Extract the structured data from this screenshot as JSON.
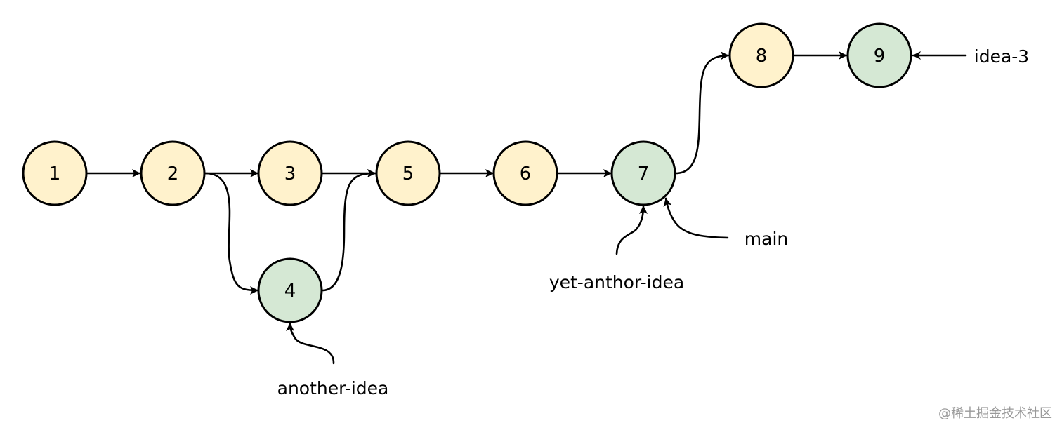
{
  "colors": {
    "commit_main": "#fff2cc",
    "commit_branch": "#d5e8d4",
    "stroke": "#000000",
    "watermark": "#9a9a9a"
  },
  "commits": [
    {
      "id": "1",
      "fill": "commit_main"
    },
    {
      "id": "2",
      "fill": "commit_main"
    },
    {
      "id": "3",
      "fill": "commit_main"
    },
    {
      "id": "4",
      "fill": "commit_branch"
    },
    {
      "id": "5",
      "fill": "commit_main"
    },
    {
      "id": "6",
      "fill": "commit_main"
    },
    {
      "id": "7",
      "fill": "commit_branch"
    },
    {
      "id": "8",
      "fill": "commit_main"
    },
    {
      "id": "9",
      "fill": "commit_branch"
    }
  ],
  "edges": [
    {
      "from": "1",
      "to": "2"
    },
    {
      "from": "2",
      "to": "3"
    },
    {
      "from": "2",
      "to": "4"
    },
    {
      "from": "3",
      "to": "5"
    },
    {
      "from": "4",
      "to": "5"
    },
    {
      "from": "5",
      "to": "6"
    },
    {
      "from": "6",
      "to": "7"
    },
    {
      "from": "7",
      "to": "8"
    },
    {
      "from": "8",
      "to": "9"
    }
  ],
  "branches": [
    {
      "name": "another-idea",
      "points_to": "4"
    },
    {
      "name": "yet-anthor-idea",
      "points_to": "7"
    },
    {
      "name": "main",
      "points_to": "7"
    },
    {
      "name": "idea-3",
      "points_to": "9"
    }
  ],
  "watermark": "@稀土掘金技术社区"
}
